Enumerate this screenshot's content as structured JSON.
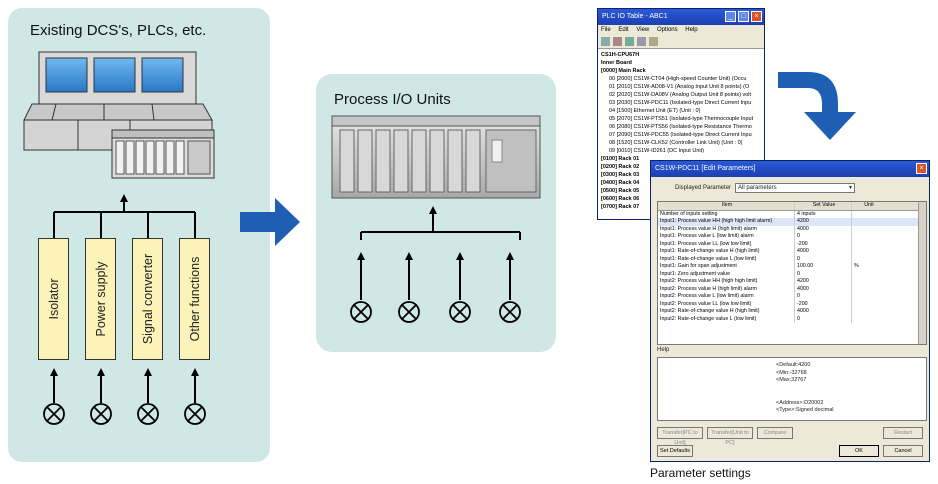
{
  "legacy": {
    "title": "Existing DCS's, PLCs, etc.",
    "functions": [
      "Isolator",
      "Power supply",
      "Signal converter",
      "Other functions"
    ]
  },
  "process": {
    "title": "Process I/O Units"
  },
  "software": {
    "caption": "Parameter settings",
    "table_window": {
      "title": "PLC IO Table - ABC1",
      "menus": [
        "File",
        "Edit",
        "View",
        "Options",
        "Help"
      ],
      "tree": [
        "CS1H-CPU67H",
        "Inner Board",
        "[0000] Main Rack",
        "00 [2000] CS1W-CT04 (High-speed Counter Unit) (Occu",
        "01 [2010] CS1W-AD08-V1 (Analog Input Unit 8 points) (O",
        "02 [2020] CS1W-DA08V (Analog Output Unit 8 points) volt",
        "03 [2030] CS1W-PDC11 (Isolated-type Direct Current Inpu",
        "04 [1500] Ethernet Unit (ET) (Unit : 0)",
        "05 [2070] CS1W-PTS51 (Isolated-type Thermocouple Input",
        "06 [2080] CS1W-PTS56 (Isolated-type Resistance Thermo",
        "07 [2090] CS1W-PDC55 (Isolated-type Direct Current Inpu",
        "08 [1520] CS1W-CLK52 (Controller Link Unit) (Unit : 0)",
        "09 [0010] CS1W-ID261 (DC Input Unit)",
        "[0100] Rack 01",
        "[0200] Rack 02",
        "[0300] Rack 03",
        "[0400] Rack 04",
        "[0500] Rack 05",
        "[0600] Rack 06",
        "[0700] Rack 07"
      ]
    },
    "param_window": {
      "title": "CS1W-PDC11 [Edit Parameters]",
      "displayed_label": "Displayed Parameter",
      "displayed_value": "All parameters",
      "columns": [
        "Item",
        "Set Value",
        "Unit"
      ],
      "rows": [
        [
          "Number of inputs setting",
          "4 inputs",
          ""
        ],
        [
          "Input1: Process value HH (high high limit alarm)",
          "4200",
          ""
        ],
        [
          "Input1: Process value H (high limit) alarm",
          "4000",
          ""
        ],
        [
          "Input1: Process value L (low limit) alarm",
          "0",
          ""
        ],
        [
          "Input1: Process value LL (low low limit)",
          "-200",
          ""
        ],
        [
          "Input1: Rate-of-change value H (high limit)",
          "4000",
          ""
        ],
        [
          "Input1: Rate-of-change value L (low limit)",
          "0",
          ""
        ],
        [
          "Input1: Gain for span adjustment",
          "100.00",
          "%"
        ],
        [
          "Input1: Zero adjustment value",
          "0",
          ""
        ],
        [
          "Input2: Process value HH (high high limit)",
          "4200",
          ""
        ],
        [
          "Input2: Process value H (high limit) alarm",
          "4000",
          ""
        ],
        [
          "Input2: Process value L (low limit) alarm",
          "0",
          ""
        ],
        [
          "Input2: Process value LL (low low limit)",
          "-200",
          ""
        ],
        [
          "Input2: Rate-of-change value H (high limit)",
          "4000",
          ""
        ],
        [
          "Input2: Rate-of-change value L (low limit)",
          "0",
          ""
        ]
      ],
      "help_label": "Help",
      "help_lines": [
        "<Default:4200",
        "<Min:-32768",
        "<Max:32767",
        "",
        "",
        "<Address>:D20002",
        "<Type>:Signed decimal"
      ],
      "buttons": [
        "Transfer[PC to Unit]",
        "Transfer[Unit to PC]",
        "Compare",
        "Restart"
      ],
      "set_defaults": "Set Defaults",
      "ok": "OK",
      "cancel": "Cancel"
    }
  },
  "colors": {
    "panel": "#cfe8e6",
    "arrow": "#1f5fb3",
    "function_box": "#fbf3b8"
  }
}
